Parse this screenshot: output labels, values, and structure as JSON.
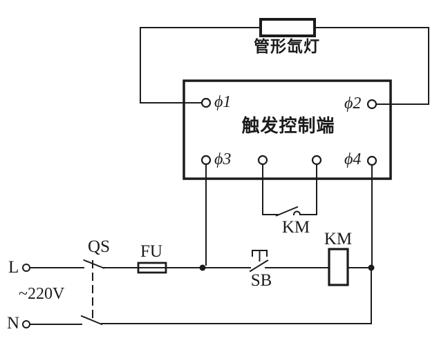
{
  "colors": {
    "ink": "#1b1b1b",
    "background": "#ffffff"
  },
  "lamp": {
    "label": "管形氙灯"
  },
  "control_box": {
    "label": "触发控制端",
    "terminals": {
      "t1": "ϕ1",
      "t2": "ϕ2",
      "t3": "ϕ3",
      "t4": "ϕ4"
    }
  },
  "contactor": {
    "contact_label": "KM",
    "coil_label": "KM"
  },
  "switch_qs": {
    "label": "QS"
  },
  "fuse_fu": {
    "label": "FU"
  },
  "button_sb": {
    "label": "SB"
  },
  "supply": {
    "line": "L",
    "neutral": "N",
    "voltage": "~220V"
  }
}
